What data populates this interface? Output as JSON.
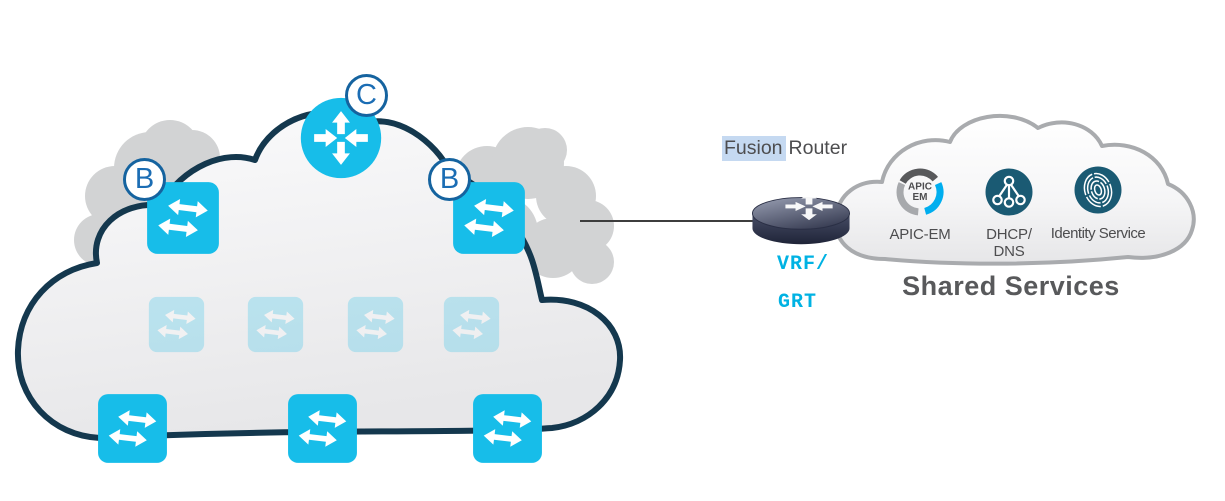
{
  "diagram_type": "network-topology",
  "campus_cloud": {
    "nodes": {
      "border_left": "B",
      "border_right": "B",
      "core": "C"
    },
    "faded_switch_count": 4,
    "bottom_switch_count": 3
  },
  "fusion": {
    "label_highlight": "Fusion",
    "label_rest": "Router",
    "vrf": "VRF/",
    "grt": "GRT"
  },
  "shared": {
    "title": "Shared Services",
    "services": [
      {
        "icon": "apic-em-ring-icon",
        "icon_text": [
          "APIC",
          "EM"
        ],
        "label": "APIC-EM"
      },
      {
        "icon": "dhcp-dns-tree-icon",
        "label_line1": "DHCP/",
        "label_line2": "DNS"
      },
      {
        "icon": "fingerprint-icon",
        "label": "Identity Service"
      }
    ]
  },
  "colors": {
    "cyan": "#17bde9",
    "navyOutline": "#14384e",
    "grayPuff": "#d2d3d4",
    "labelBorder": "#15639f",
    "labelText": "#1b6db4",
    "lineColor": "#3d3d3d",
    "sharedCloudStroke": "#a9abae",
    "tealIcon": "#1a5a73",
    "apicArcDark": "#58595b",
    "apicArcCyan": "#00aeef",
    "apicArcGray": "#a7a9ac",
    "textDark": "#4d4d4f",
    "titleGray": "#58595b",
    "fusionHighlight": "#c5d9f1",
    "vrfCyan": "#00b2e3"
  }
}
